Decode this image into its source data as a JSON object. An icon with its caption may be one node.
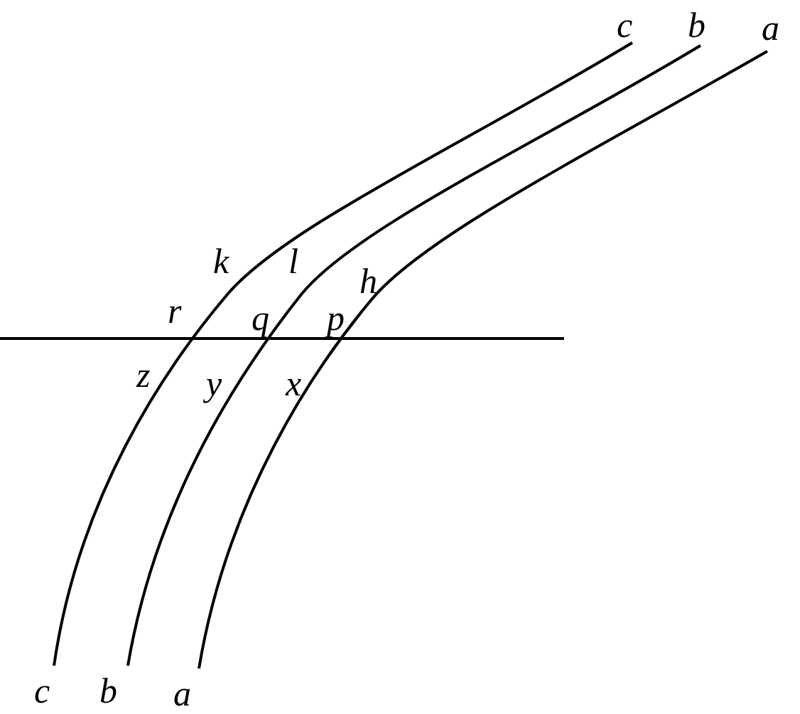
{
  "diagram": {
    "labels": [
      "c",
      "b",
      "a",
      "k",
      "l",
      "h",
      "r",
      "q",
      "p",
      "z",
      "y",
      "x",
      "c",
      "b",
      "a"
    ]
  }
}
